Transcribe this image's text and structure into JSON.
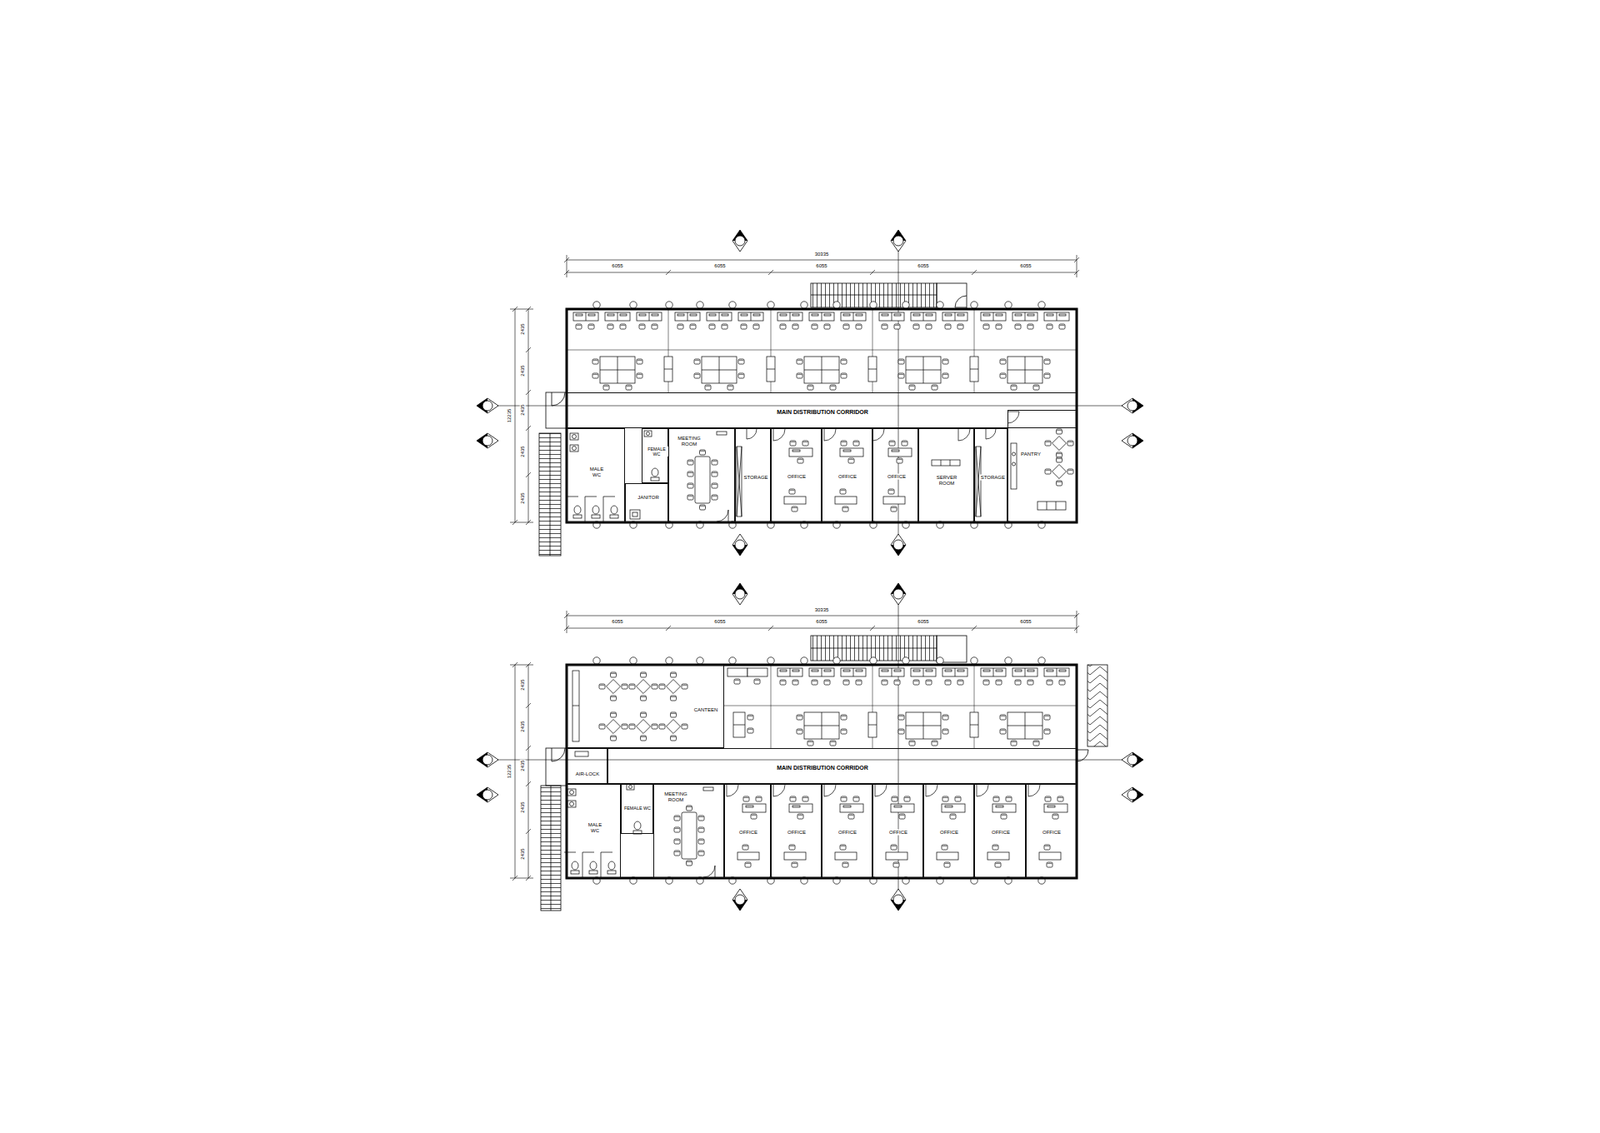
{
  "diagram": {
    "nodes": [
      {
        "text": [
          "MAIN DISTRIBUTION CORRIDOR"
        ]
      },
      {
        "text": [
          "MALE WC"
        ]
      },
      {
        "text": [
          "FEMALE WC"
        ]
      },
      {
        "text": [
          "JANITOR"
        ]
      },
      {
        "text": [
          "MEETING ROOM"
        ]
      },
      {
        "text": [
          "STORAGE"
        ]
      },
      {
        "text": [
          "OFFICE"
        ]
      },
      {
        "text": [
          "OFFICE"
        ]
      },
      {
        "text": [
          "OFFICE"
        ]
      },
      {
        "text": [
          "SERVER ROOM"
        ]
      },
      {
        "text": [
          "STORAGE"
        ]
      },
      {
        "text": [
          "PANTRY"
        ]
      },
      {
        "text": [
          "CANTEEN"
        ]
      },
      {
        "text": [
          "AIR-LOCK"
        ]
      },
      {
        "text": [
          "MAIN DISTRIBUTION CORRIDOR"
        ]
      },
      {
        "text": [
          "MALE WC"
        ]
      },
      {
        "text": [
          "FEMALE WC"
        ]
      },
      {
        "text": [
          "MEETING ROOM"
        ]
      },
      {
        "text": [
          "OFFICE"
        ]
      },
      {
        "text": [
          "OFFICE"
        ]
      },
      {
        "text": [
          "OFFICE"
        ]
      },
      {
        "text": [
          "OFFICE"
        ]
      },
      {
        "text": [
          "OFFICE"
        ]
      },
      {
        "text": [
          "OFFICE"
        ]
      },
      {
        "text": [
          "OFFICE"
        ]
      }
    ],
    "labels": [
      "30335",
      "6055",
      "6055",
      "6055",
      "6055",
      "6055",
      "2435",
      "2435",
      "2435",
      "2435",
      "2435",
      "12235",
      "30335",
      "6055",
      "6055",
      "6055",
      "6055",
      "6055",
      "2435",
      "2435",
      "2435",
      "2435",
      "2435",
      "12235"
    ]
  }
}
